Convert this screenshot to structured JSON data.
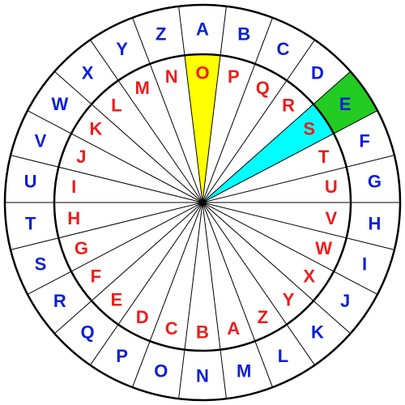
{
  "cipher_wheel": {
    "outer_ring": [
      "A",
      "B",
      "C",
      "D",
      "E",
      "F",
      "G",
      "H",
      "I",
      "J",
      "K",
      "L",
      "M",
      "N",
      "O",
      "P",
      "Q",
      "R",
      "S",
      "T",
      "U",
      "V",
      "W",
      "X",
      "Y",
      "Z"
    ],
    "inner_ring": [
      "O",
      "P",
      "Q",
      "R",
      "S",
      "T",
      "U",
      "V",
      "W",
      "X",
      "Y",
      "Z",
      "A",
      "B",
      "C",
      "D",
      "E",
      "F",
      "G",
      "H",
      "I",
      "J",
      "K",
      "L",
      "M",
      "N"
    ],
    "highlights": [
      {
        "ring": "inner",
        "index": 0,
        "color": "#ffff00"
      },
      {
        "ring": "inner",
        "index": 4,
        "color": "#00ffff"
      },
      {
        "ring": "outer",
        "index": 4,
        "color": "#22cc22"
      }
    ],
    "colors": {
      "outer_letters": "#0b1fd9",
      "inner_letters": "#ee1c1c",
      "lines": "#000000",
      "background": "#ffffff"
    }
  }
}
